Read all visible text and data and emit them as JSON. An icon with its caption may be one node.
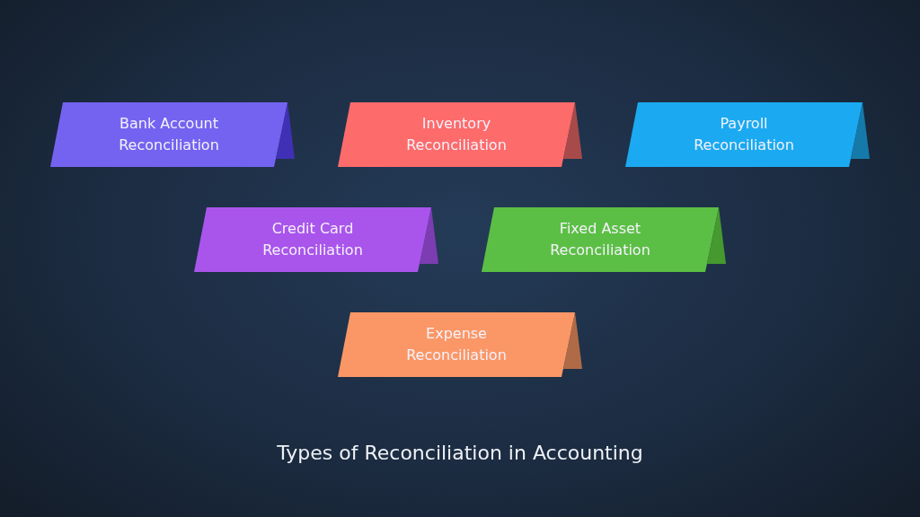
{
  "diagram": {
    "title": "Types of Reconciliation in Accounting",
    "nodes": [
      {
        "text": [
          "Bank Account Reconciliation"
        ]
      },
      {
        "text": [
          "Inventory Reconciliation"
        ]
      },
      {
        "text": [
          "Payroll Reconciliation"
        ]
      },
      {
        "text": [
          "Credit Card Reconciliation"
        ]
      },
      {
        "text": [
          "Fixed Asset Reconciliation"
        ]
      },
      {
        "text": [
          "Expense Reconciliation"
        ]
      }
    ]
  }
}
